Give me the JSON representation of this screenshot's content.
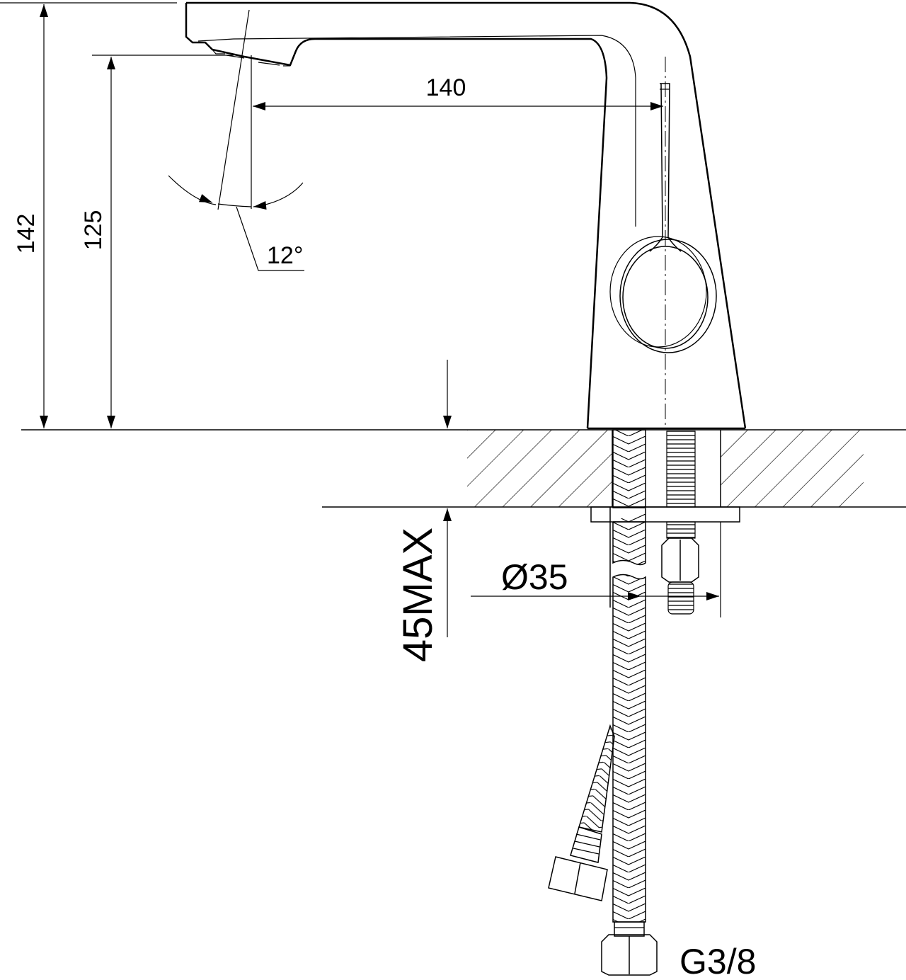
{
  "drawing": {
    "dimensions": {
      "overall_height": "142",
      "spout_height": "125",
      "spout_reach": "140",
      "swivel_angle": "12°",
      "max_counter_thickness": "45MAX",
      "hole_diameter": "Ø35",
      "connection_thread": "G3/8"
    },
    "colors": {
      "line": "#000000",
      "background": "#ffffff"
    }
  }
}
